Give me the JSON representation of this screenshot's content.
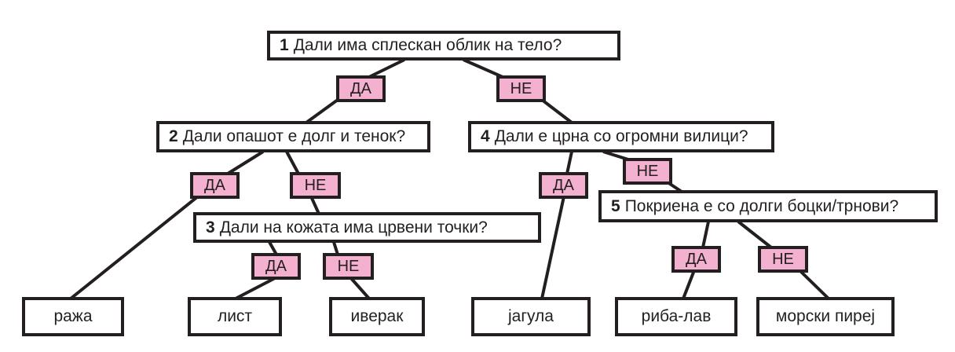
{
  "questions": [
    {
      "num": "1",
      "text": "Дали има сплескан облик на тело?"
    },
    {
      "num": "2",
      "text": "Дали опашот е долг и тенок?"
    },
    {
      "num": "3",
      "text": "Дали на кожата има црвени точки?"
    },
    {
      "num": "4",
      "text": "Дали е црна со огромни вилици?"
    },
    {
      "num": "5",
      "text": "Покриена е со долги боцки/трнови?"
    }
  ],
  "yes": "ДА",
  "no": "НЕ",
  "leaves": [
    "ража",
    "лист",
    "иверак",
    "јагула",
    "риба-лав",
    "морски пиреј"
  ],
  "colors": {
    "tag": "#f4b0cf",
    "border": "#231f20"
  }
}
